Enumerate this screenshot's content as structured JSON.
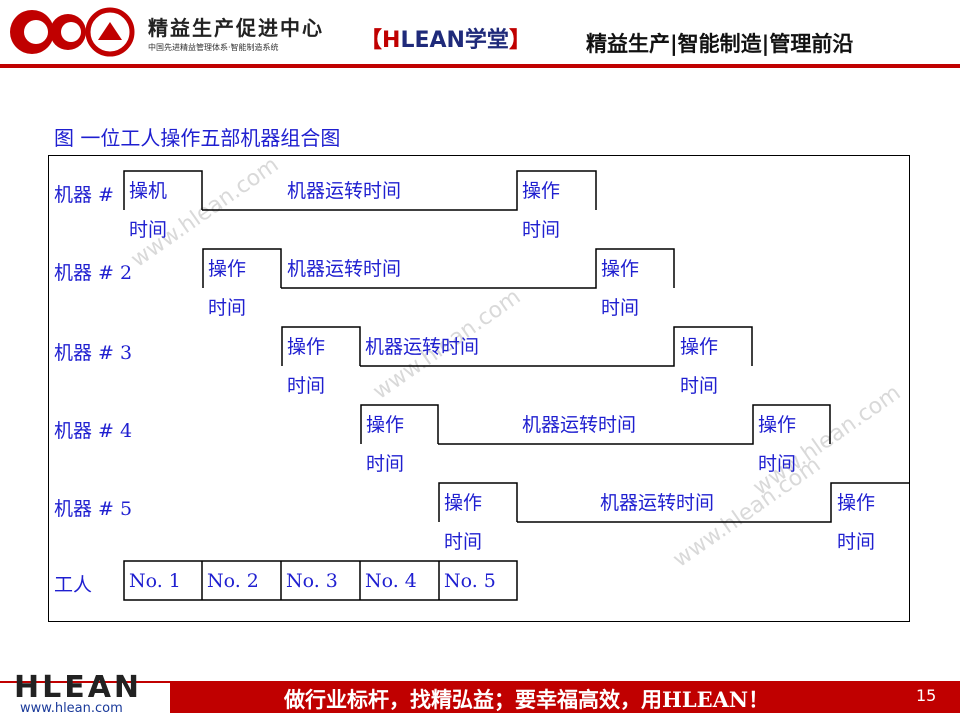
{
  "header": {
    "brand_title": "精益生产促进中心",
    "brand_subtitle": "中国先进精益管理体系·智能制造系统",
    "hlean_open": "【",
    "hlean_H": "H",
    "hlean_rest": "LEAN学堂",
    "hlean_close": "】",
    "tagline": "精益生产|智能制造|管理前沿"
  },
  "figure": {
    "title": "图 一位工人操作五部机器组合图",
    "rows": [
      {
        "label": "机器 # ",
        "op1": "操机",
        "op1b": "时间",
        "run": "机器运转时间",
        "op2": "操作",
        "op2b": "时间"
      },
      {
        "label": "机器 # 2",
        "op1": "操作",
        "op1b": "时间",
        "run": "机器运转时间",
        "op2": "操作",
        "op2b": "时间"
      },
      {
        "label": "机器 # 3",
        "op1": "操作",
        "op1b": "时间",
        "run": "机器运转时间",
        "op2": "操作",
        "op2b": "时间"
      },
      {
        "label": "机器 # 4",
        "op1": "操作",
        "op1b": "时间",
        "run": "机器运转时间",
        "op2": "操作",
        "op2b": "时间"
      },
      {
        "label": "机器 # 5",
        "op1": "操作",
        "op1b": "时间",
        "run": "机器运转时间",
        "op2": "操作",
        "op2b": "时间"
      }
    ],
    "worker_label": "工人",
    "worker_cells": [
      "No. 1",
      "No. 2",
      "No. 3",
      "No. 4",
      "No. 5"
    ]
  },
  "watermark": "www.hlean.com",
  "footer": {
    "logo_text": "HLEAN",
    "url": "www.hlean.com",
    "slogan": "做行业标杆，找精弘益；要幸福高效，用HLEAN！",
    "page_number": "15"
  }
}
